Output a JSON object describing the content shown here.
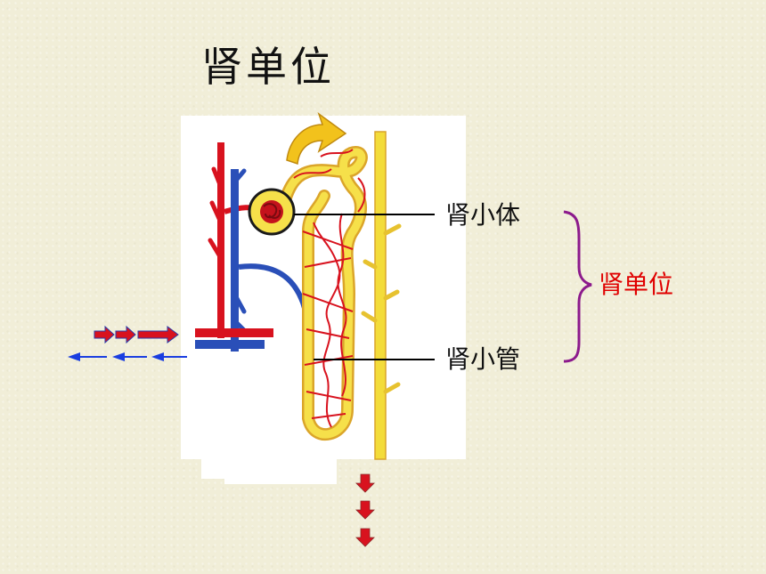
{
  "title": "肾单位",
  "labels": {
    "renal_corpuscle": "肾小体",
    "renal_tubule": "肾小管",
    "nephron": "肾单位"
  },
  "colors": {
    "background": "#f1eed8",
    "accent_red": "#e00000",
    "brace_purple": "#8c1a8c",
    "artery_red": "#d8121e",
    "vein_blue": "#2a4fb8",
    "tubule_yellow": "#f3dc3a",
    "arrow_blue": "#1a3ee0"
  }
}
